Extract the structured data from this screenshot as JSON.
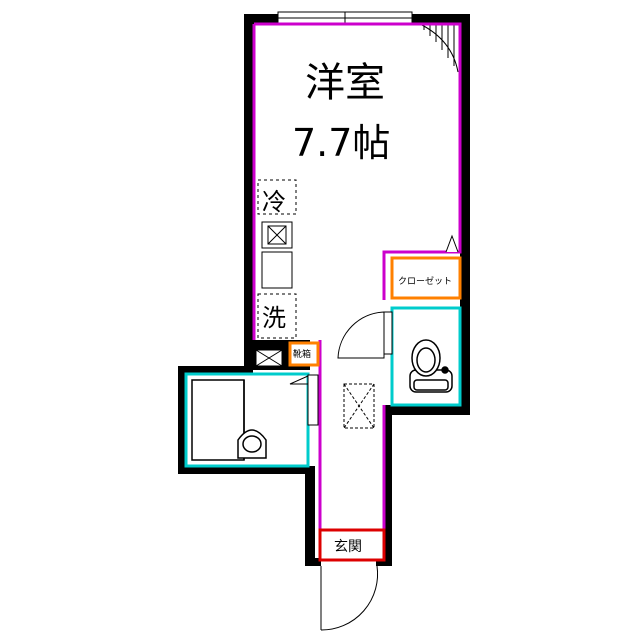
{
  "rooms": {
    "western": {
      "name": "洋室",
      "size": "7.7帖"
    },
    "closet": {
      "label": "クローゼット"
    },
    "shoe_cabinet": {
      "label": "靴箱"
    },
    "entrance": {
      "label": "玄関"
    }
  },
  "fixtures": {
    "fridge": {
      "label": "冷"
    },
    "washer": {
      "label": "洗"
    }
  },
  "colors": {
    "wall": "#000000",
    "room_outline": "#cc00cc",
    "wet_area": "#00cccc",
    "storage": "#ff8000",
    "entrance": "#dd0000",
    "fixture_line": "#333333"
  },
  "icons": [
    "window-icon",
    "balcony-hatch-icon",
    "stove-icon",
    "sink-icon",
    "toilet-icon",
    "bathtub-icon",
    "door-swing-icon",
    "ceiling-hatch-icon"
  ]
}
